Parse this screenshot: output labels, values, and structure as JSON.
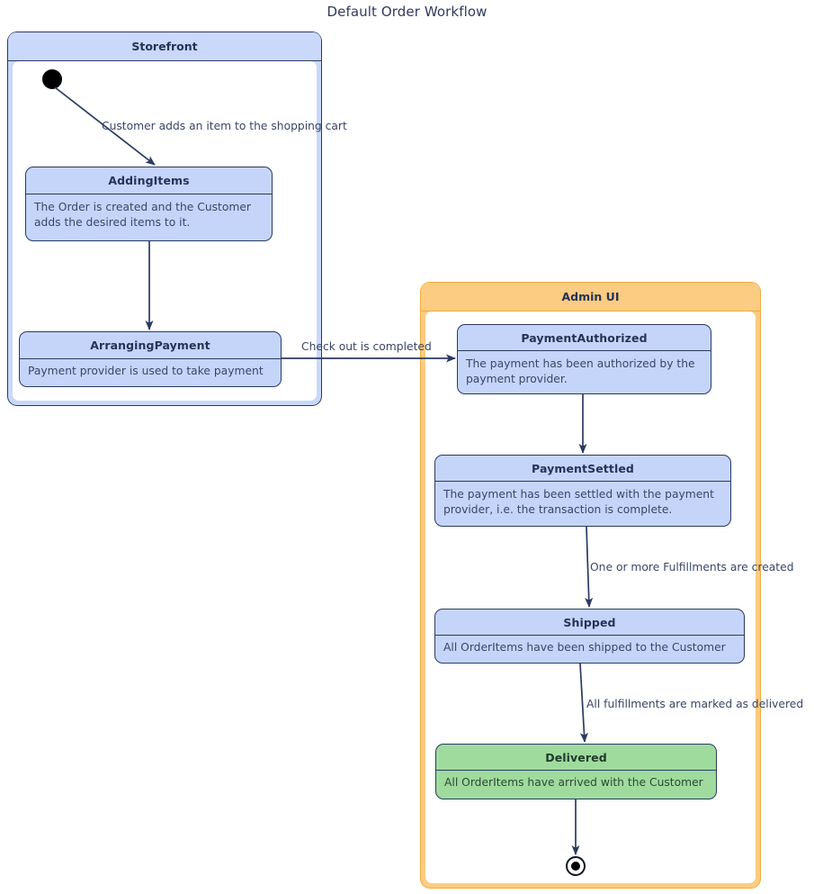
{
  "diagram": {
    "title": "Default Order Workflow",
    "type": "uml-state-machine",
    "colors": {
      "state_fill": "#c5d5fa",
      "state_border": "#2b3a63",
      "storefront_region_fill": "#c9d8fb",
      "admin_region_fill": "#fbcc81",
      "admin_region_border": "#f2ab40",
      "final_state_fill": "#9fdb9d",
      "text": "#3a4667",
      "title_text": "#313a5c"
    }
  },
  "regions": [
    {
      "id": "storefront",
      "label": "Storefront"
    },
    {
      "id": "admin-ui",
      "label": "Admin UI"
    }
  ],
  "states": [
    {
      "id": "adding-items",
      "name": "AddingItems",
      "description": "The Order is created and the Customer adds the desired items to it.",
      "region": "storefront"
    },
    {
      "id": "arranging-payment",
      "name": "ArrangingPayment",
      "description": "Payment provider is used to take payment",
      "region": "storefront"
    },
    {
      "id": "payment-authorized",
      "name": "PaymentAuthorized",
      "description": "The payment has been authorized by the payment provider.",
      "region": "admin-ui"
    },
    {
      "id": "payment-settled",
      "name": "PaymentSettled",
      "description": "The payment has been settled with the payment provider, i.e. the transaction is complete.",
      "region": "admin-ui"
    },
    {
      "id": "shipped",
      "name": "Shipped",
      "description": "All OrderItems have been shipped to the Customer",
      "region": "admin-ui"
    },
    {
      "id": "delivered",
      "name": "Delivered",
      "description": "All OrderItems have arrived with the Customer",
      "region": "admin-ui"
    }
  ],
  "transitions": [
    {
      "id": "t-initial-adding",
      "from": "initial",
      "to": "adding-items",
      "label": "Customer adds an item to the shopping cart"
    },
    {
      "id": "t-adding-arranging",
      "from": "adding-items",
      "to": "arranging-payment",
      "label": ""
    },
    {
      "id": "t-arranging-authorized",
      "from": "arranging-payment",
      "to": "payment-authorized",
      "label": "Check out is completed"
    },
    {
      "id": "t-authorized-settled",
      "from": "payment-authorized",
      "to": "payment-settled",
      "label": ""
    },
    {
      "id": "t-settled-shipped",
      "from": "payment-settled",
      "to": "shipped",
      "label": "One or more Fulfillments are created"
    },
    {
      "id": "t-shipped-delivered",
      "from": "shipped",
      "to": "delivered",
      "label": "All fulfillments are marked as delivered"
    },
    {
      "id": "t-delivered-final",
      "from": "delivered",
      "to": "final",
      "label": ""
    }
  ],
  "pseudostates": [
    {
      "id": "initial",
      "kind": "initial-state"
    },
    {
      "id": "final",
      "kind": "final-state"
    }
  ]
}
